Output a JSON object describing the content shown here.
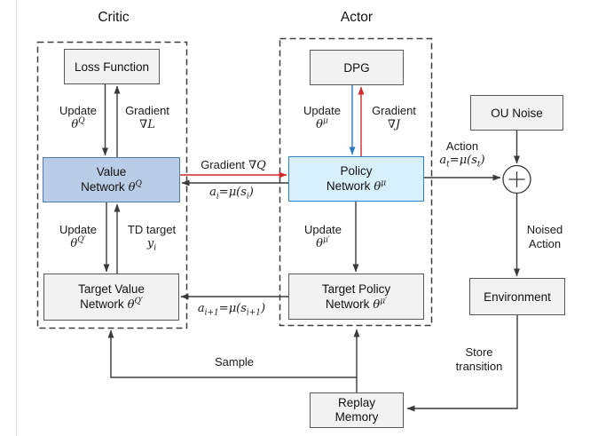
{
  "colors": {
    "line": "#3a3a3a",
    "dash": "#3f3f3f",
    "red": "#d32b2b",
    "blue": "#2e79c0",
    "box_fill": "#f2f2f2",
    "box_border": "#595959",
    "value_fill": "#b9cee6",
    "value_border": "#4f7bab",
    "policy_fill": "#d8f0fb",
    "policy_border": "#2e80c0"
  },
  "titles": {
    "critic": "Critic",
    "actor": "Actor"
  },
  "boxes": {
    "loss_function": {
      "label": "Loss Function"
    },
    "dpg": {
      "label": "DPG"
    },
    "ou_noise": {
      "label": "OU Noise"
    },
    "environment": {
      "label": "Environment"
    },
    "replay_memory": {
      "line1": "Replay",
      "line2": "Memory"
    },
    "value_network": {
      "line1": "Value",
      "line2": "Network",
      "theta": "θ",
      "sup": "Q"
    },
    "policy_network": {
      "line1": "Policy",
      "line2": "Network",
      "theta": "θ",
      "sup": "μ"
    },
    "target_value_network": {
      "line1": "Target Value",
      "line2": "Network",
      "theta": "θ",
      "sup": "Q′"
    },
    "target_policy_network": {
      "line1": "Target Policy",
      "line2": "Network",
      "theta": "θ",
      "sup": "μ′"
    }
  },
  "edge_labels": {
    "update_theta_q": {
      "word": "Update",
      "theta": "θ",
      "sup": "Q"
    },
    "gradient_l": {
      "word": "Gradient",
      "nabla": "∇",
      "var": "L"
    },
    "update_theta_q_prime": {
      "word": "Update",
      "theta": "θ",
      "sup": "Q′"
    },
    "td_target": {
      "word": "TD target",
      "y": "y",
      "sub": "i"
    },
    "gradient_q": {
      "word": "Gradient",
      "nabla": "∇",
      "var": "Q"
    },
    "a_i": {
      "a": "a",
      "sub1": "i",
      "mid": "=μ(s",
      "sub2": "i",
      "end": ")"
    },
    "update_theta_mu": {
      "word": "Update",
      "theta": "θ",
      "sup": "μ"
    },
    "gradient_j": {
      "word": "Gradient",
      "nabla": "∇",
      "var": "J"
    },
    "update_theta_mu_prime": {
      "word": "Update",
      "theta": "θ",
      "sup": "μ′"
    },
    "action": {
      "word": "Action",
      "a": "a",
      "sub1": "t",
      "mid": "=μ(s",
      "sub2": "t",
      "end": ")"
    },
    "noised_action": {
      "line1": "Noised",
      "line2": "Action"
    },
    "store_transition": {
      "line1": "Store",
      "line2": "transition"
    },
    "sample": {
      "label": "Sample"
    },
    "a_i_plus_1": {
      "a": "a",
      "sub1": "i+1",
      "mid": "=μ(s",
      "sub2": "i+1",
      "end": ")"
    }
  },
  "icons": {
    "sum_junction": "plus"
  }
}
